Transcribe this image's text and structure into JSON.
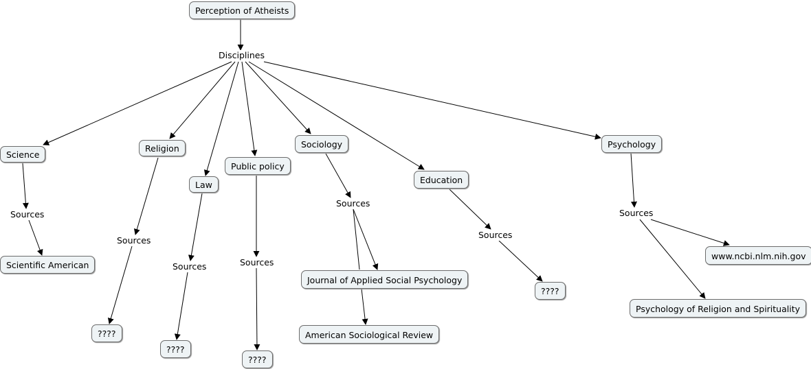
{
  "diagram": {
    "root": "Perception of Atheists",
    "linking_phrases": {
      "disciplines": "Disciplines",
      "sources": "Sources"
    },
    "disciplines": [
      {
        "name": "Science",
        "sources": [
          "Scientific American"
        ]
      },
      {
        "name": "Religion",
        "sources": [
          "????"
        ]
      },
      {
        "name": "Law",
        "sources": [
          "????"
        ]
      },
      {
        "name": "Public policy",
        "sources": [
          "????"
        ]
      },
      {
        "name": "Sociology",
        "sources": [
          "Journal of Applied Social Psychology",
          "American Sociological Review"
        ]
      },
      {
        "name": "Education",
        "sources": [
          "????"
        ]
      },
      {
        "name": "Psychology",
        "sources": [
          "www.ncbi.nlm.nih.gov",
          "Psychology of Religion and Spirituality"
        ]
      }
    ]
  }
}
